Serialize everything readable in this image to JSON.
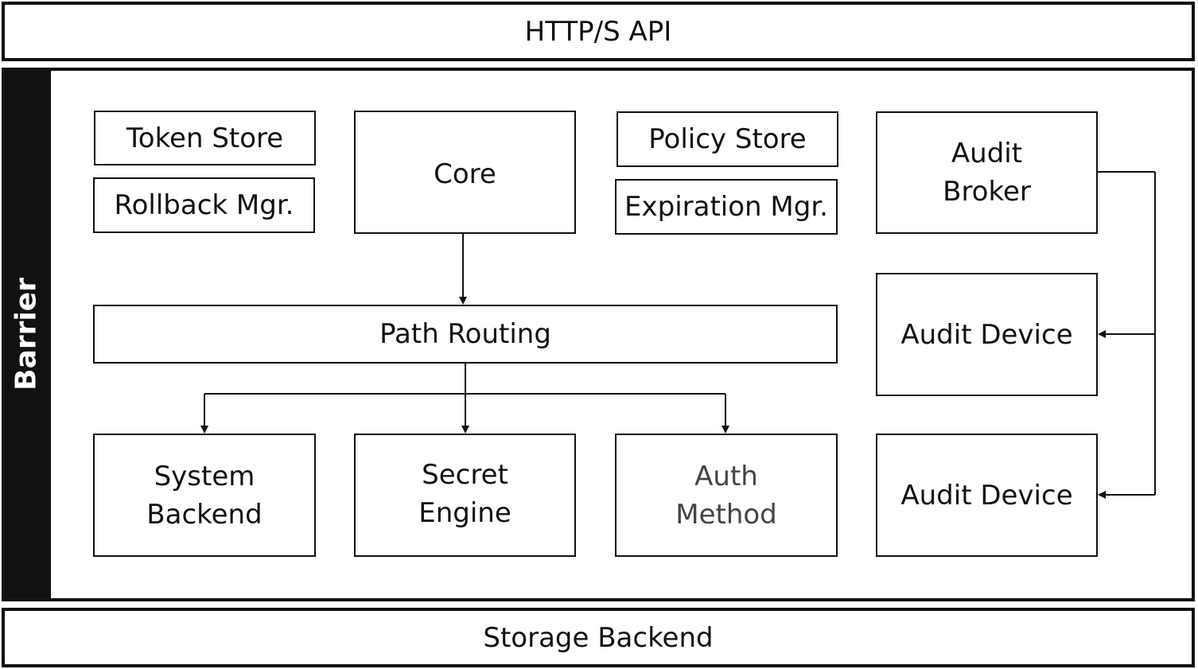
{
  "top_layer": {
    "label": "HTTP/S API"
  },
  "barrier": {
    "label": "Barrier"
  },
  "bottom_layer": {
    "label": "Storage Backend"
  },
  "components": {
    "token_store": "Token Store",
    "rollback_mgr": "Rollback Mgr.",
    "core": "Core",
    "policy_store": "Policy Store",
    "expiration_mgr": "Expiration Mgr.",
    "audit_broker": [
      "Audit",
      "Broker"
    ],
    "path_routing": "Path Routing",
    "system_backend": [
      "System",
      "Backend"
    ],
    "secret_engine": [
      "Secret",
      "Engine"
    ],
    "auth_method": [
      "Auth",
      "Method"
    ],
    "audit_device_1": "Audit Device",
    "audit_device_2": "Audit Device"
  },
  "colors": {
    "line": "#111111",
    "barrier_fill": "#111111",
    "muted_text": "#444444"
  }
}
